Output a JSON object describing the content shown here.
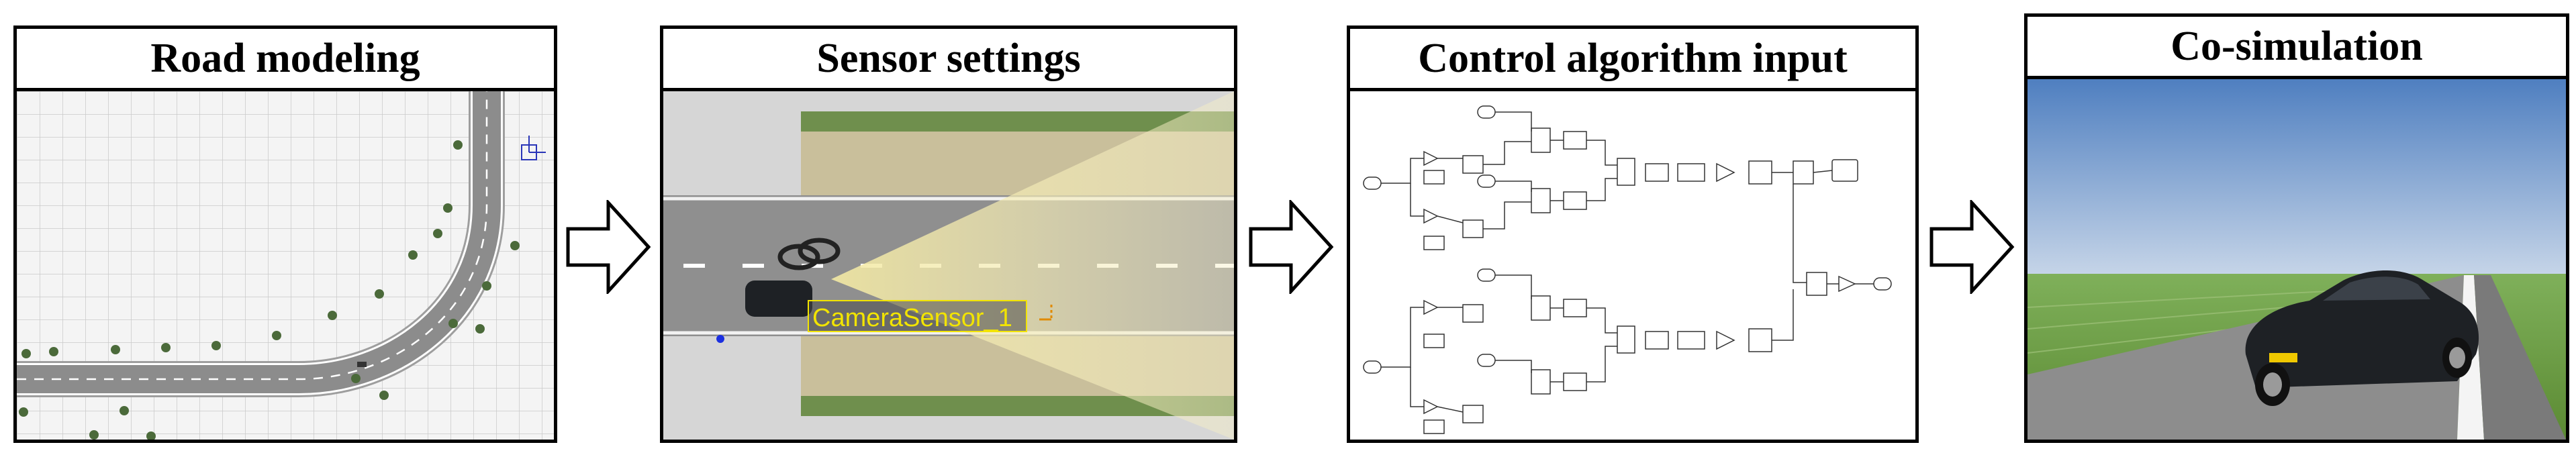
{
  "panels": [
    {
      "title": "Road modeling"
    },
    {
      "title": "Sensor settings",
      "sensor_label": "CameraSensor_1"
    },
    {
      "title": "Control algorithm input"
    },
    {
      "title": "Co-simulation"
    }
  ],
  "colors": {
    "border": "#000000",
    "sensor_label": "#f2e400",
    "sky": "#7ea6d8",
    "grass": "#6c9a3e",
    "car": "#1e2125"
  }
}
